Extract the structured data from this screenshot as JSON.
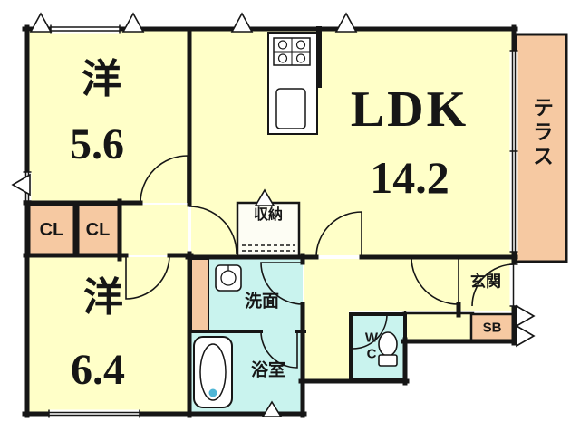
{
  "colors": {
    "room_yellow": "#FFFFC8",
    "accent_salmon": "#F6C9A2",
    "wet_cyan": "#C9F3EE",
    "storage_white": "#FDFDF4",
    "wall_black": "#161616",
    "fixture_white": "#FFFFFF",
    "water_blue": "#4FB6D6"
  },
  "rooms": {
    "western1": {
      "name": "洋",
      "area": "5.6"
    },
    "ldk": {
      "name": "LDK",
      "area": "14.2"
    },
    "terrace": {
      "name": "テラス"
    },
    "closet_a": {
      "label": "CL"
    },
    "closet_b": {
      "label": "CL"
    },
    "western2": {
      "name": "洋",
      "area": "6.4"
    },
    "storage": {
      "label": "収納"
    },
    "washroom": {
      "label": "洗面"
    },
    "bathroom": {
      "label": "浴室"
    },
    "toilet": {
      "line1": "W",
      "line2": "C"
    },
    "entrance": {
      "label": "玄関"
    },
    "shoe_box": {
      "label": "SB"
    }
  }
}
